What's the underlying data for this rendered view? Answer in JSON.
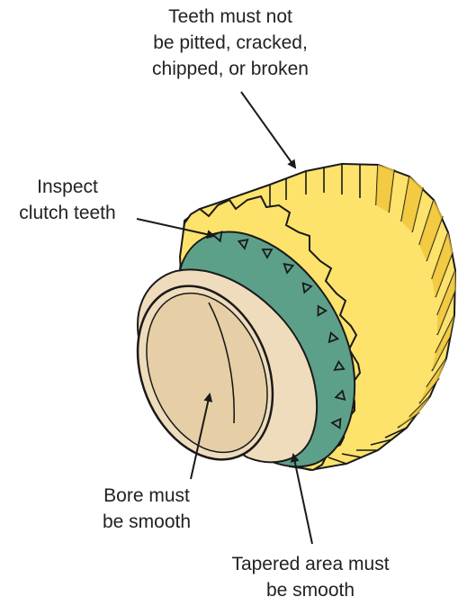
{
  "labels": {
    "teeth": [
      "Teeth must not",
      "be pitted, cracked,",
      "chipped, or broken"
    ],
    "clutch": [
      "Inspect",
      "clutch teeth"
    ],
    "bore": [
      "Bore must",
      "be smooth"
    ],
    "tapered": [
      "Tapered area must",
      "be smooth"
    ]
  },
  "colors": {
    "gear": "#fde36b",
    "gear_shadow": "#f1c63a",
    "taper": "#5da08a",
    "bore": "#efdcbc",
    "bore_inner": "#e6cfa6",
    "outline": "#1a1a1a"
  }
}
